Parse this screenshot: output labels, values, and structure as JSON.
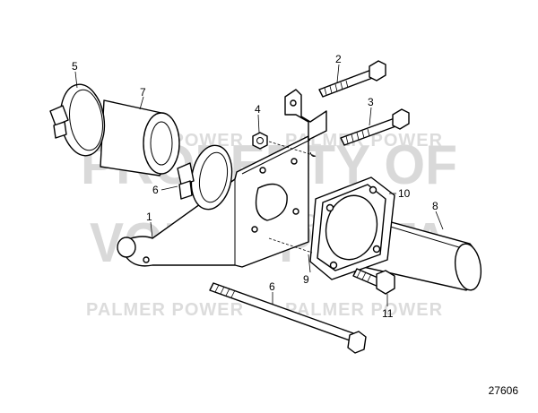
{
  "diagram": {
    "drawing_number": "27606",
    "watermark": {
      "line1": "PROPERTY OF",
      "line2": "VOLVO PENTA",
      "brand": "PALMER POWER"
    },
    "callouts": [
      "1",
      "2",
      "3",
      "4",
      "5",
      "6",
      "6",
      "7",
      "8",
      "9",
      "10",
      "11"
    ]
  }
}
